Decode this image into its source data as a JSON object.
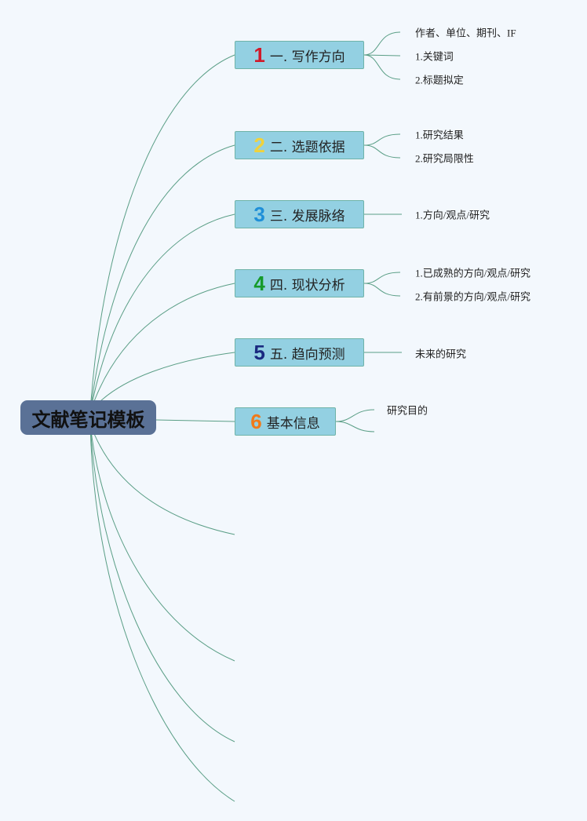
{
  "root": {
    "label": "文献笔记模板"
  },
  "topics": [
    {
      "num": "1",
      "label": "一. 写作方向",
      "color": "#d11a2a",
      "children": [
        "作者、单位、期刊、IF",
        "1.关键词",
        "2.标题拟定"
      ]
    },
    {
      "num": "2",
      "label": "二. 选题依据",
      "color": "#f0d23c",
      "children": [
        "1.研究结果",
        "2.研究局限性"
      ]
    },
    {
      "num": "3",
      "label": "三. 发展脉络",
      "color": "#1f8fd8",
      "children": [
        "1.方向/观点/研究"
      ]
    },
    {
      "num": "4",
      "label": "四. 现状分析",
      "color": "#159a2a",
      "children": [
        "1.已成熟的方向/观点/研究",
        "2.有前景的方向/观点/研究"
      ]
    },
    {
      "num": "5",
      "label": "五. 趋向预测",
      "color": "#1a2a80",
      "children": [
        "未来的研究"
      ]
    },
    {
      "num": "6",
      "label": "基本信息",
      "color": "#f07a1a",
      "children": [
        "研究目的"
      ]
    }
  ],
  "line_color": "#5a9e86"
}
